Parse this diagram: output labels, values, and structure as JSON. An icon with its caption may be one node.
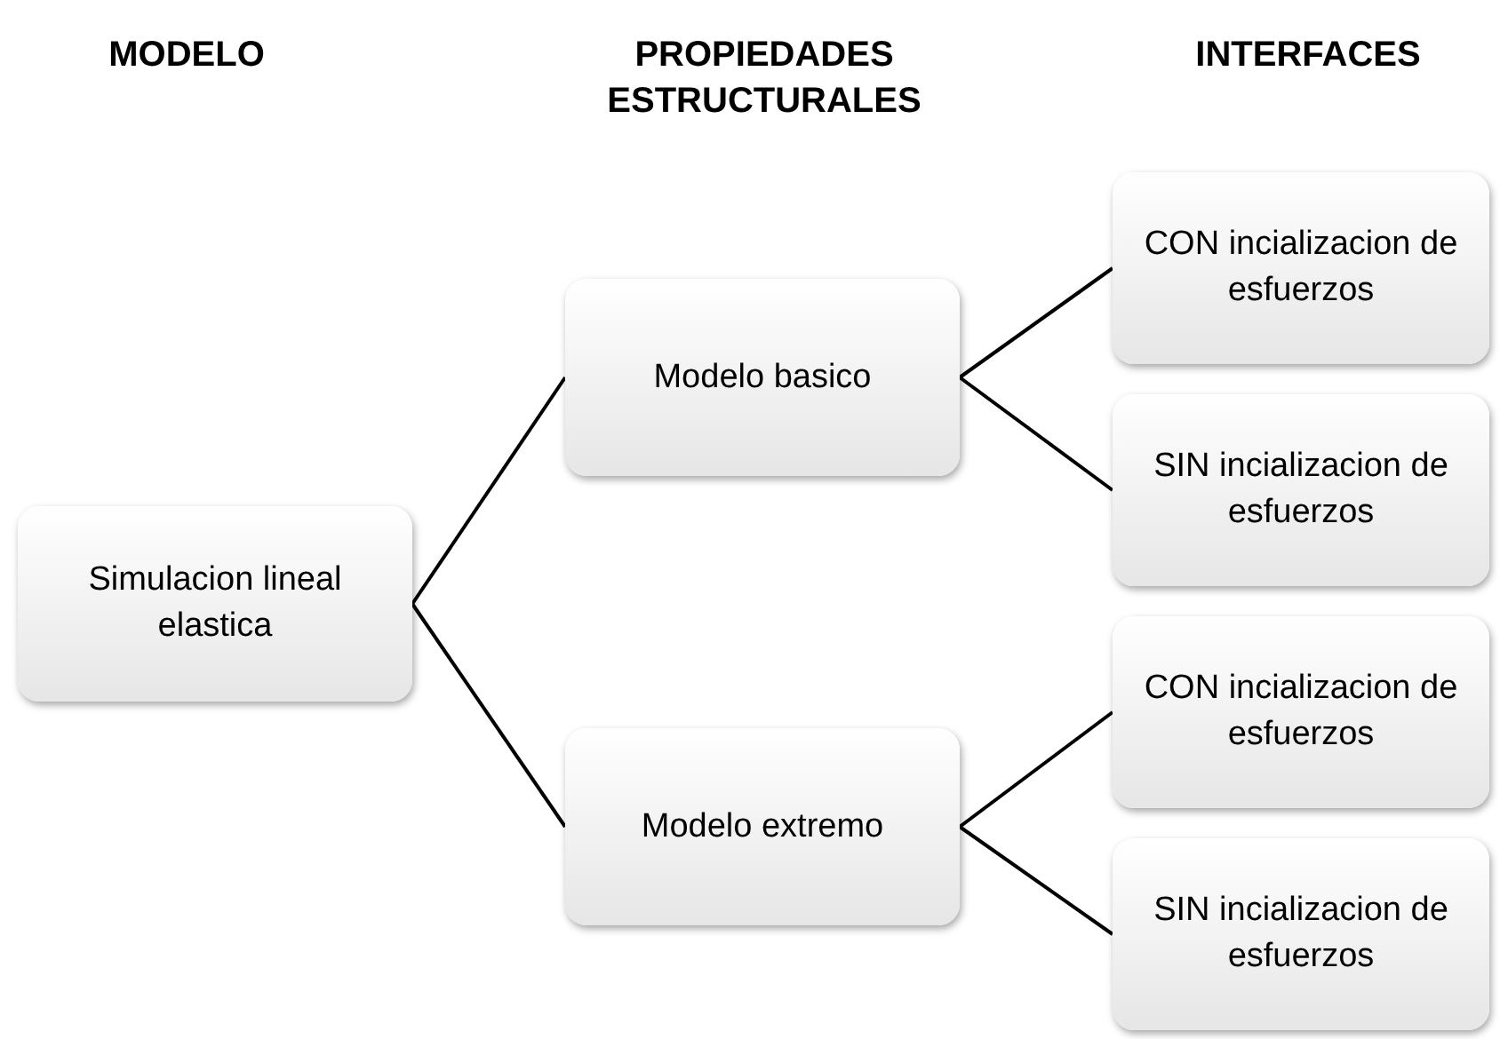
{
  "diagram": {
    "nodes": [
      {
        "text": [
          "Simulacion lineal elastica"
        ]
      },
      {
        "text": [
          "Modelo basico"
        ]
      },
      {
        "text": [
          "Modelo extremo"
        ]
      },
      {
        "text": [
          "CON incializacion de esfuerzos"
        ]
      },
      {
        "text": [
          "SIN incializacion de esfuerzos"
        ]
      },
      {
        "text": [
          "CON incializacion de esfuerzos"
        ]
      },
      {
        "text": [
          "SIN incializacion de esfuerzos"
        ]
      }
    ],
    "edges": [
      {
        "from": 0,
        "to": 1,
        "arrow": "none"
      },
      {
        "from": 0,
        "to": 2,
        "arrow": "none"
      },
      {
        "from": 1,
        "to": 3,
        "arrow": "none"
      },
      {
        "from": 1,
        "to": 4,
        "arrow": "none"
      },
      {
        "from": 2,
        "to": 5,
        "arrow": "none"
      },
      {
        "from": 2,
        "to": 6,
        "arrow": "none"
      }
    ],
    "labels": [
      "MODELO",
      "PROPIEDADES ESTRUCTURALES",
      "INTERFACES"
    ]
  }
}
